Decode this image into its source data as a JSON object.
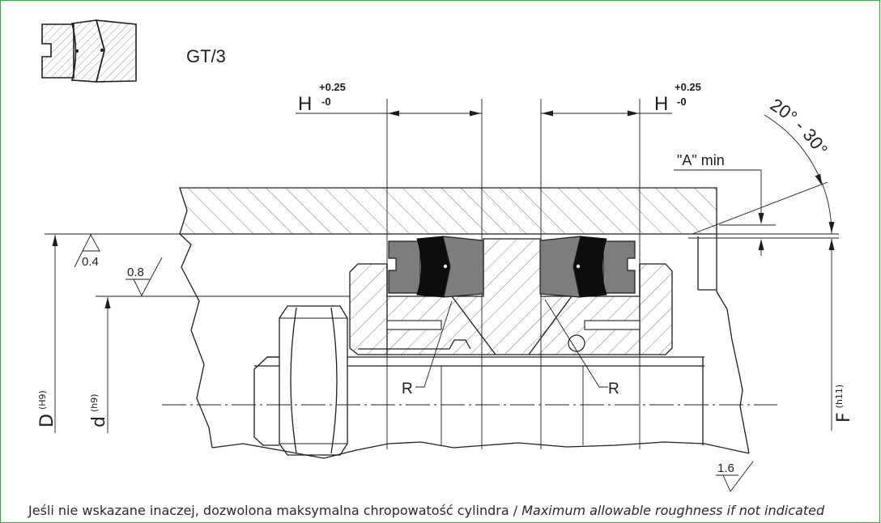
{
  "title": "GT/3",
  "h_left": {
    "symbol": "H",
    "upper": "+0.25",
    "lower": "-0"
  },
  "h_right": {
    "symbol": "H",
    "upper": "+0.25",
    "lower": "-0"
  },
  "angle": "20° - 30°",
  "a_min": "\"A\" min",
  "dim_D": {
    "symbol": "D",
    "tolerance": "(H9)"
  },
  "dim_d": {
    "symbol": "d",
    "tolerance": "(h9)"
  },
  "dim_F": {
    "symbol": "F",
    "tolerance": "(h11)"
  },
  "radius_left": "R",
  "radius_right": "R",
  "roughness": {
    "first": "0.4",
    "second": "0.8",
    "third": "1.6"
  },
  "footnote": {
    "text": "Jeśli nie wskazane inaczej, dozwolona maksymalna chropowatość cylindra / ",
    "italic": "Maximum allowable roughness if not indicated"
  },
  "colors": {
    "border": "#3ea34a",
    "seal_gray": "#7d7d7d",
    "seal_black": "#0d0d0d",
    "line": "#1e1e1e"
  }
}
